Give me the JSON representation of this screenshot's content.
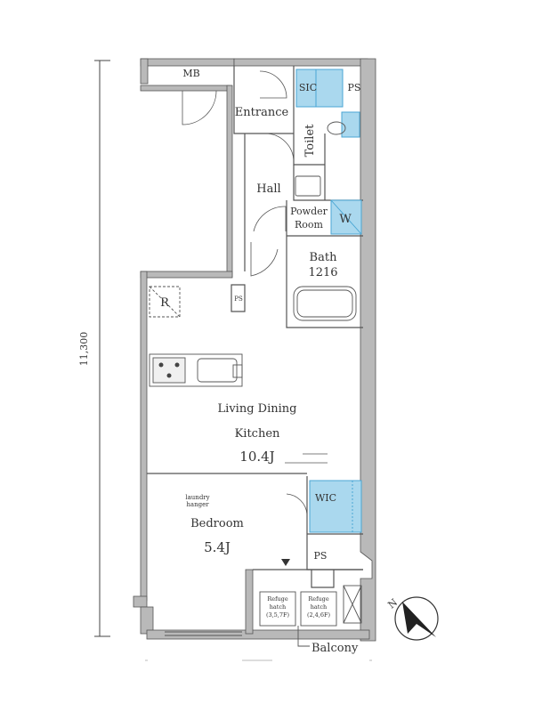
{
  "plan": {
    "dimension": "11,300",
    "rooms": {
      "mb": "MB",
      "sic": "SIC",
      "ps_top": "PS",
      "entrance": "Entrance",
      "toilet": "Toilet",
      "hall": "Hall",
      "powder_line1": "Powder",
      "powder_line2": "Room",
      "washer": "W",
      "bath": "Bath",
      "bath_size": "1216",
      "refrigerator": "R",
      "ps_mid": "PS",
      "ldk_line1": "Living Dining",
      "ldk_line2": "Kitchen",
      "ldk_size": "10.4J",
      "laundry_line1": "laundry",
      "laundry_line2": "hanger",
      "wic": "WIC",
      "bedroom": "Bedroom",
      "bedroom_size": "5.4J",
      "ps_bottom": "PS",
      "hatch1_line1": "Refuge",
      "hatch1_line2": "hatch",
      "hatch1_line3": "(3,5,7F)",
      "hatch2_line1": "Refuge",
      "hatch2_line2": "hatch",
      "hatch2_line3": "(2,4,6F)",
      "balcony": "Balcony",
      "north": "N"
    },
    "colors": {
      "wall": "#b0b0b0",
      "line": "#444444",
      "storage": "#aad8ee",
      "storage_line": "#4aa6d4"
    }
  }
}
